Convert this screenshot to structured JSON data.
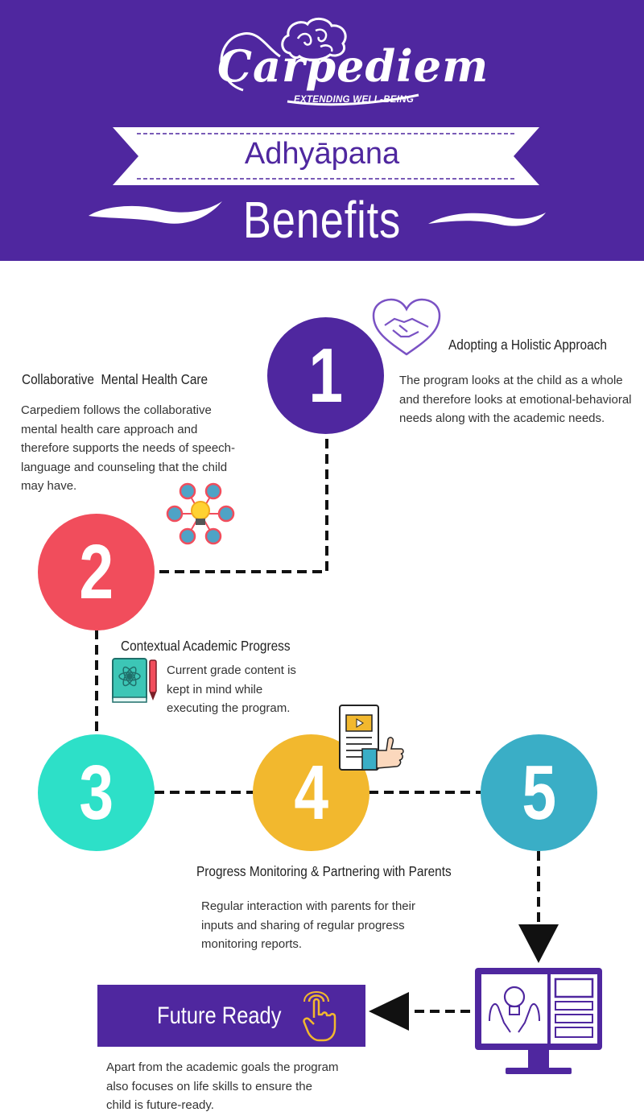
{
  "header": {
    "logo_text": "Carpediem",
    "tagline": "EXTENDING WELL-BEING",
    "banner_text": "Adhyāpana",
    "title": "Benefits"
  },
  "colors": {
    "header_bg": "#4f279f",
    "circle_1": "#4f279f",
    "circle_2": "#f14d5c",
    "circle_3": "#2de0c8",
    "circle_4": "#f2b82e",
    "circle_5": "#3aaec6"
  },
  "benefits": [
    {
      "number": "1",
      "title": "Adopting a Holistic Approach",
      "description": "The program looks at the child as a whole and therefore looks at emotional-behavioral needs along with the academic needs.",
      "icon": "handshake-heart-icon"
    },
    {
      "number": "2",
      "title": "Collaborative  Mental Health Care",
      "description": "Carpediem follows the collaborative mental health care approach and therefore supports the needs of speech-language and counseling that the child may have.",
      "icon": "lightbulb-network-icon"
    },
    {
      "number": "3",
      "title": "Contextual Academic Progress",
      "description": "Current grade content is kept in mind while executing the program.",
      "icon": "science-book-icon"
    },
    {
      "number": "4",
      "title": "Progress Monitoring & Partnering with Parents",
      "description": "Regular interaction with parents for their inputs and sharing of regular progress monitoring reports.",
      "icon": "report-thumbs-up-icon"
    },
    {
      "number": "5"
    }
  ],
  "future_ready": {
    "title": "Future Ready",
    "description": "Apart from the academic goals the program also focuses on life skills to ensure the child is future-ready.",
    "icon": "finger-tap-icon",
    "monitor_icon": "monitor-lightbulb-icon"
  }
}
